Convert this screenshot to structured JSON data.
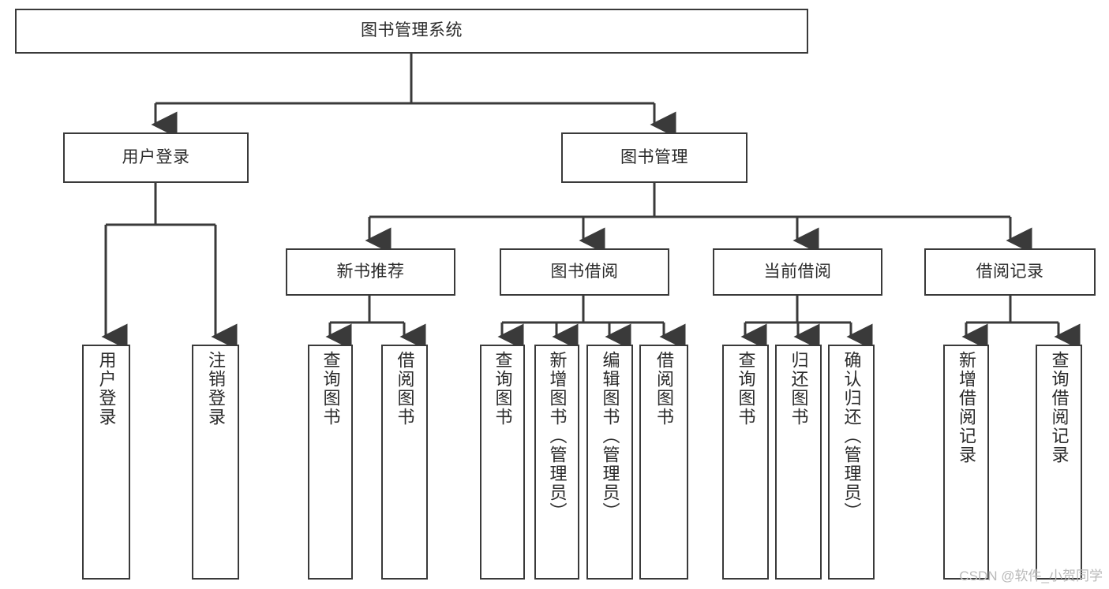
{
  "diagram": {
    "type": "tree-hierarchy-chart",
    "title": "图书管理系统",
    "root": {
      "id": "root",
      "label": "图书管理系统"
    },
    "level2": [
      {
        "id": "user-login",
        "label": "用户登录"
      },
      {
        "id": "book-manage",
        "label": "图书管理"
      }
    ],
    "level3": [
      {
        "id": "new-book-rec",
        "label": "新书推荐",
        "parent": "book-manage"
      },
      {
        "id": "book-borrow",
        "label": "图书借阅",
        "parent": "book-manage"
      },
      {
        "id": "current-borrow",
        "label": "当前借阅",
        "parent": "book-manage"
      },
      {
        "id": "borrow-record",
        "label": "借阅记录",
        "parent": "book-manage"
      }
    ],
    "leaves": [
      {
        "id": "leaf-user-login",
        "label": "用户登录",
        "parent": "user-login"
      },
      {
        "id": "leaf-logout",
        "label": "注销登录",
        "parent": "user-login"
      },
      {
        "id": "leaf-query-book-1",
        "label": "查询图书",
        "parent": "new-book-rec"
      },
      {
        "id": "leaf-borrow-book-1",
        "label": "借阅图书",
        "parent": "new-book-rec"
      },
      {
        "id": "leaf-query-book-2",
        "label": "查询图书",
        "parent": "book-borrow"
      },
      {
        "id": "leaf-add-book",
        "label": "新增图书（管理员）",
        "parent": "book-borrow"
      },
      {
        "id": "leaf-edit-book",
        "label": "编辑图书（管理员）",
        "parent": "book-borrow"
      },
      {
        "id": "leaf-borrow-book-2",
        "label": "借阅图书",
        "parent": "book-borrow"
      },
      {
        "id": "leaf-query-book-3",
        "label": "查询图书",
        "parent": "current-borrow"
      },
      {
        "id": "leaf-return-book",
        "label": "归还图书",
        "parent": "current-borrow"
      },
      {
        "id": "leaf-confirm-return",
        "label": "确认归还（管理员）",
        "parent": "current-borrow"
      },
      {
        "id": "leaf-add-record",
        "label": "新增借阅记录",
        "parent": "borrow-record"
      },
      {
        "id": "leaf-query-record",
        "label": "查询借阅记录",
        "parent": "borrow-record"
      }
    ],
    "colors": {
      "stroke": "#3a3a3a",
      "fill": "#ffffff",
      "text": "#2b2b2b",
      "watermark": "#b9b9b9"
    }
  },
  "watermark": {
    "text": "CSDN @软件_小贺同学"
  }
}
